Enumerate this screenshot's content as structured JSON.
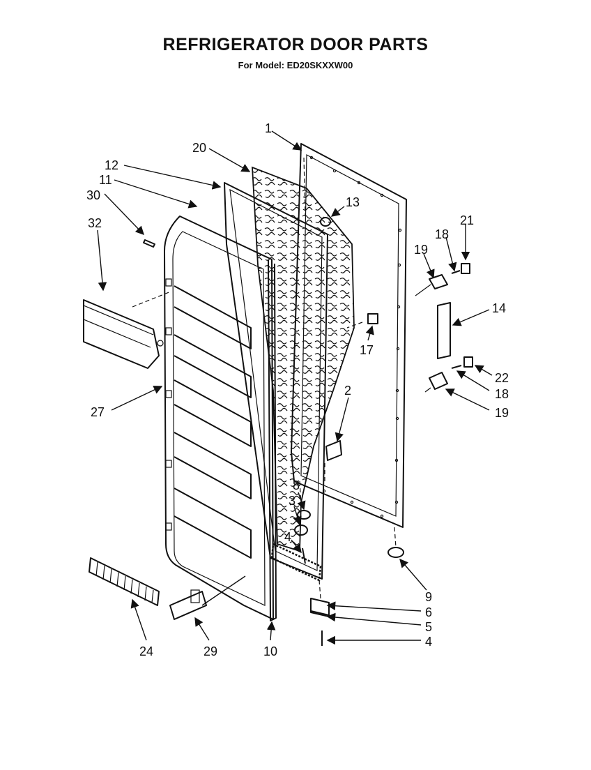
{
  "header": {
    "title": "REFRIGERATOR DOOR PARTS",
    "subtitle": "For Model: ED20SKXXW00"
  },
  "callouts": [
    "1",
    "20",
    "12",
    "11",
    "30",
    "32",
    "13",
    "21",
    "18",
    "19",
    "14",
    "17",
    "22",
    "18",
    "19",
    "27",
    "2",
    "8",
    "3",
    "4",
    "9",
    "6",
    "5",
    "4",
    "24",
    "29",
    "10"
  ],
  "colors": {
    "ink": "#111111",
    "background": "#ffffff"
  }
}
